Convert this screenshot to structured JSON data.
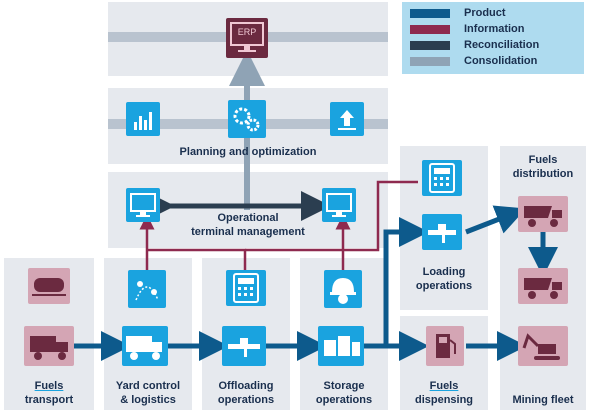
{
  "legend": {
    "items": [
      {
        "label": "Product",
        "color": "#0d5a8c"
      },
      {
        "label": "Information",
        "color": "#8e2a4f"
      },
      {
        "label": "Reconciliation",
        "color": "#2b3e50"
      },
      {
        "label": "Consolidation",
        "color": "#8fa3b5"
      }
    ]
  },
  "nodes": {
    "erp": "ERP",
    "planning": "Planning and  optimization",
    "terminal_line1": "Operational",
    "terminal_line2": "terminal management",
    "loading_line1": "Loading",
    "loading_line2": "operations",
    "fuels_distribution_line1": "Fuels",
    "fuels_distribution_line2": "distribution",
    "fuels_transport_line1": "Fuels",
    "fuels_transport_line2": "transport",
    "yard_line1": "Yard control",
    "yard_line2": "& logistics",
    "offloading_line1": "Offloading",
    "offloading_line2": "operations",
    "storage_line1": "Storage",
    "storage_line2": "operations",
    "dispensing_line1": "Fuels",
    "dispensing_line2": "dispensing",
    "mining_fleet": "Mining fleet"
  },
  "icons": {
    "erp": "monitor-icon",
    "analytics": "bar-chart-icon",
    "gears": "gears-icon",
    "upload": "upload-icon",
    "terminal_left": "monitor-icon",
    "terminal_right": "monitor-icon",
    "tank_gauge": "calculator-icon",
    "loading_pipe": "pipe-icon",
    "train": "train-icon",
    "truck": "truck-icon",
    "gps": "gps-icon",
    "yard_truck": "truck-icon",
    "offload_calc": "calculator-icon",
    "offload_pipe": "pipe-icon",
    "helmet": "helmet-icon",
    "tanks": "tanks-icon",
    "fuel_pump": "fuel-pump-icon",
    "dump_truck": "dump-truck-icon",
    "excavator": "excavator-icon"
  }
}
